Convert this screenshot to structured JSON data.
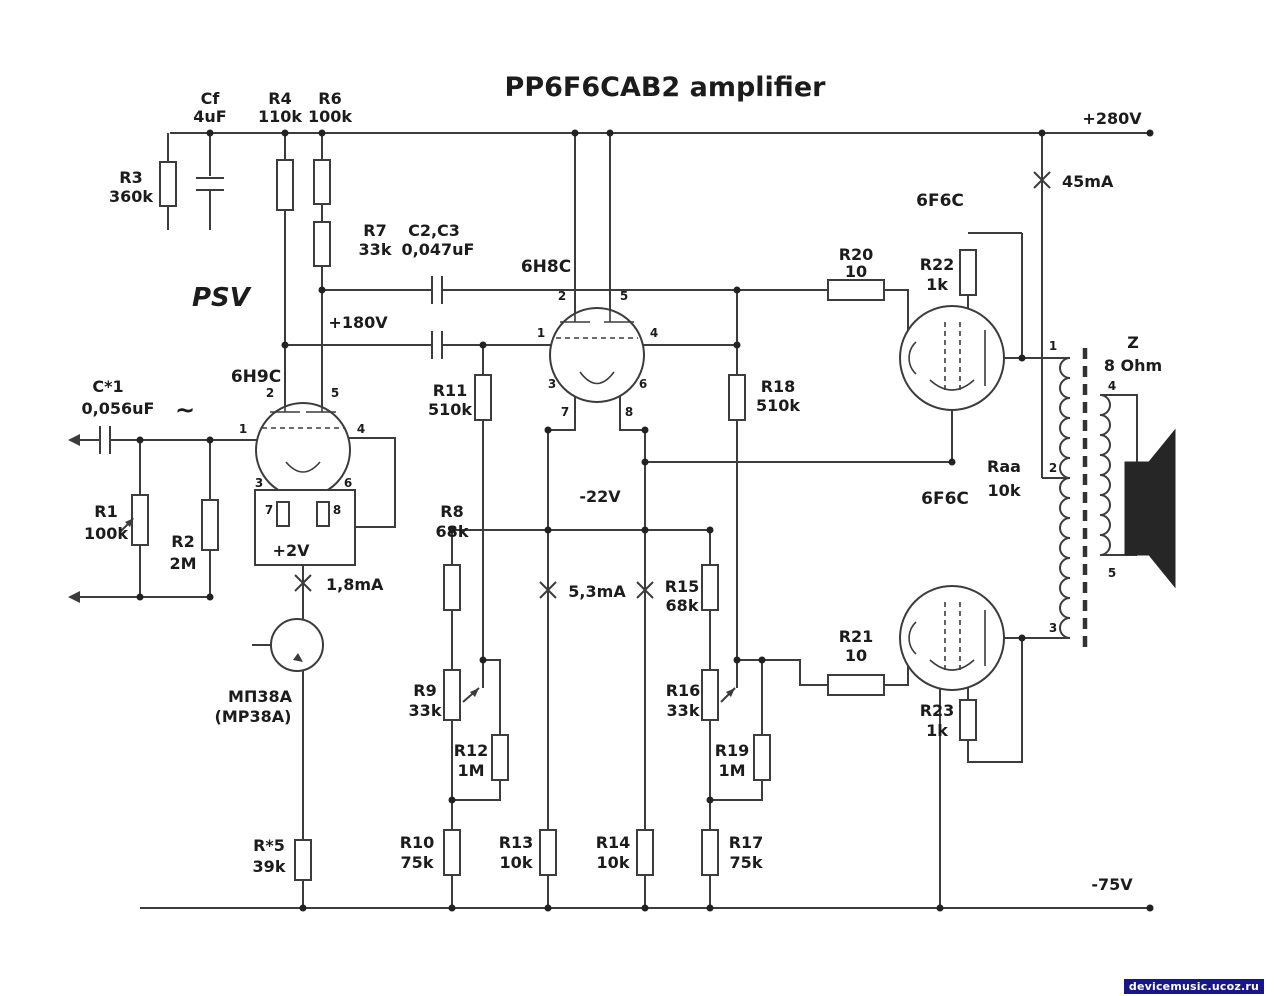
{
  "title": "PP6F6CAB2 amplifier",
  "watermark": "devicemusic.ucoz.ru",
  "psv": "PSV",
  "tilde": "~",
  "colors": {
    "positive": "#c42222",
    "negative": "#3535c0",
    "wire": "#3c3c3c"
  },
  "voltages": {
    "b_plus": "+280V",
    "plate_node": "+180V",
    "cathode": "+2V",
    "bias": "-22V",
    "neg_rail": "-75V"
  },
  "currents": {
    "output": "45mA",
    "input_stage": "1,8mA",
    "driver": "5,3mA"
  },
  "tubes": {
    "input": "6H9C",
    "driver": "6H8C",
    "power_top": "6F6C",
    "power_bottom": "6F6C"
  },
  "transistor": {
    "name": "МП38А",
    "alt": "(МР38А)"
  },
  "components": {
    "cf": {
      "name": "Cf",
      "value": "4uF"
    },
    "c1": {
      "name": "C*1",
      "value": "0,056uF"
    },
    "c23": {
      "name": "C2,C3",
      "value": "0,047uF"
    },
    "r1": {
      "name": "R1",
      "value": "100k"
    },
    "r2": {
      "name": "R2",
      "value": "2M"
    },
    "r3": {
      "name": "R3",
      "value": "360k"
    },
    "r4": {
      "name": "R4",
      "value": "110k"
    },
    "r5": {
      "name": "R*5",
      "value": "39k"
    },
    "r6": {
      "name": "R6",
      "value": "100k"
    },
    "r7": {
      "name": "R7",
      "value": "33k"
    },
    "r8": {
      "name": "R8",
      "value": "68k"
    },
    "r9": {
      "name": "R9",
      "value": "33k"
    },
    "r10": {
      "name": "R10",
      "value": "75k"
    },
    "r11": {
      "name": "R11",
      "value": "510k"
    },
    "r12": {
      "name": "R12",
      "value": "1M"
    },
    "r13": {
      "name": "R13",
      "value": "10k"
    },
    "r14": {
      "name": "R14",
      "value": "10k"
    },
    "r15": {
      "name": "R15",
      "value": "68k"
    },
    "r16": {
      "name": "R16",
      "value": "33k"
    },
    "r17": {
      "name": "R17",
      "value": "75k"
    },
    "r18": {
      "name": "R18",
      "value": "510k"
    },
    "r19": {
      "name": "R19",
      "value": "1M"
    },
    "r20": {
      "name": "R20",
      "value": "10"
    },
    "r21": {
      "name": "R21",
      "value": "10"
    },
    "r22": {
      "name": "R22",
      "value": "1k"
    },
    "r23": {
      "name": "R23",
      "value": "1k"
    },
    "raa": {
      "name": "Raa",
      "value": "10k"
    },
    "z": {
      "name": "Z",
      "value": "8 Ohm"
    }
  },
  "pins": {
    "p1": "1",
    "p2": "2",
    "p3": "3",
    "p4": "4",
    "p5": "5",
    "p6": "6",
    "p7": "7",
    "p8": "8"
  }
}
